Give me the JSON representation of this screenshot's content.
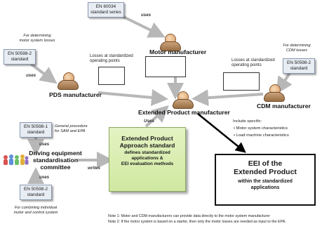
{
  "standards": {
    "en60034": {
      "line1": "EN 60034",
      "line2": "standard series"
    },
    "en50598_2_left": {
      "line1": "EN 50598-2",
      "line2": "standard"
    },
    "en50598_2_right": {
      "line1": "EN 50598-2",
      "line2": "standard"
    },
    "en50598_1": {
      "line1": "EN 50598-1",
      "line2": "standard"
    },
    "en50598_2_bottom": {
      "line1": "EN 50598-2",
      "line2": "standard"
    }
  },
  "notes": {
    "motor_losses": [
      "For determining",
      "motor system  losses"
    ],
    "cdm_losses": [
      "For determining",
      "CDM losses"
    ],
    "general_procedure": [
      "General procedure",
      "for SAM and EPA"
    ],
    "combining": [
      "For combining individual",
      "motor and control system"
    ]
  },
  "labels": {
    "uses_en60034": "uses",
    "uses_left": "uses",
    "uses_center": "Uses",
    "uses_en50598_1": "uses",
    "uses_bottom": "uses",
    "writes": "writes",
    "losses_left": [
      "Losses at standardized",
      "operating points"
    ],
    "losses_right": [
      "Losses at standardized",
      "operating points"
    ]
  },
  "actors": {
    "motor": "Motor manufacturer",
    "pds": "PDS manufacturer",
    "extended": "Extended Product manufacturer",
    "cdm": "CDM manufacturer",
    "committee": [
      "Driving equipment",
      "standardisation",
      "committee"
    ]
  },
  "bullets": {
    "intro": "Include specific:",
    "item1": "Motor system characteristics",
    "item2": "Load machine characteristics"
  },
  "epa_box": {
    "title": [
      "Extended Product",
      "Approach standard"
    ],
    "body": [
      "defines standardized",
      "applications &",
      "EEI evaluation methods"
    ]
  },
  "eei_box": {
    "title": [
      "EEI of the",
      "Extended Product"
    ],
    "body": [
      "within the standardized",
      "applications"
    ]
  },
  "footnotes": [
    "Note 1: Motor and CDM manufacturers can provide data directly to the motor system manufacturer",
    "Note 2: If the motor system is based on a starter, then only the motor losses are needed as input to the EPA."
  ]
}
